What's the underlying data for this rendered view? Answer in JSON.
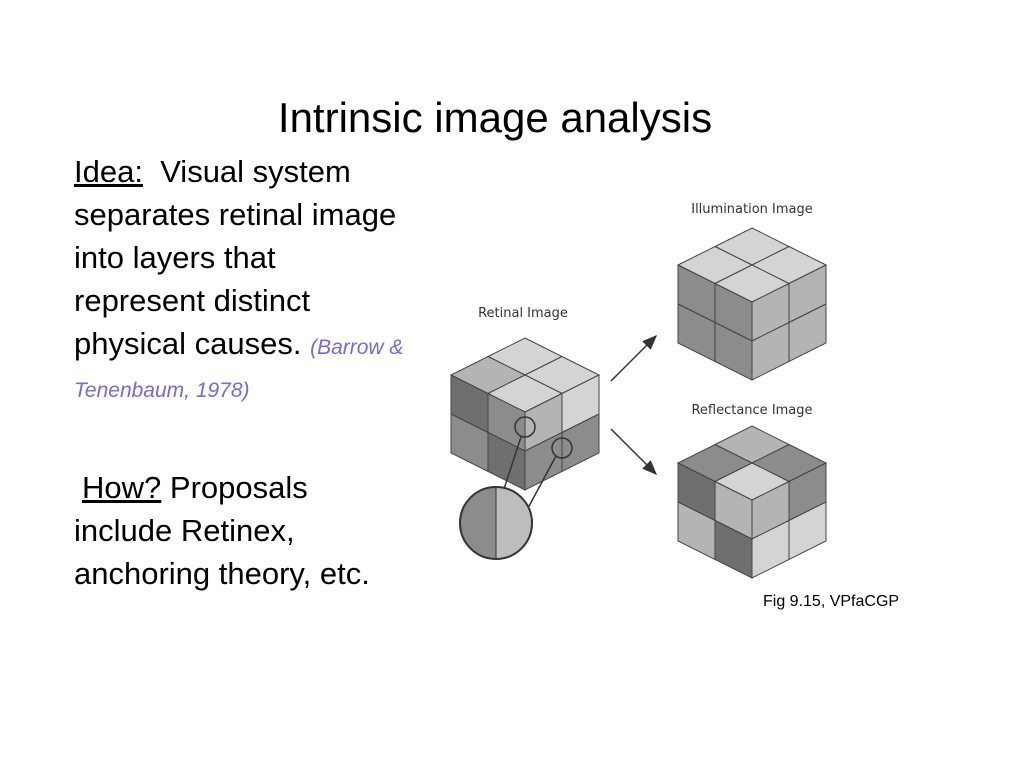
{
  "slide": {
    "title": "Intrinsic image analysis",
    "idea": {
      "label": "Idea:",
      "text": "Visual system separates retinal image into layers that represent distinct physical causes.",
      "citation": "(Barrow & Tenenbaum, 1978)"
    },
    "how": {
      "label": "How?",
      "text": "Proposals include Retinex, anchoring theory, etc."
    }
  },
  "figure": {
    "retinal_label": "Retinal Image",
    "illumination_label": "Illumination Image",
    "reflectance_label": "Reflectance Image",
    "caption": "Fig 9.15, VPfaCGP",
    "colors": {
      "stroke": "#444444",
      "light": "#d4d4d4",
      "mid": "#b4b4b4",
      "dark": "#8c8c8c",
      "darker": "#6f6f6f"
    }
  }
}
